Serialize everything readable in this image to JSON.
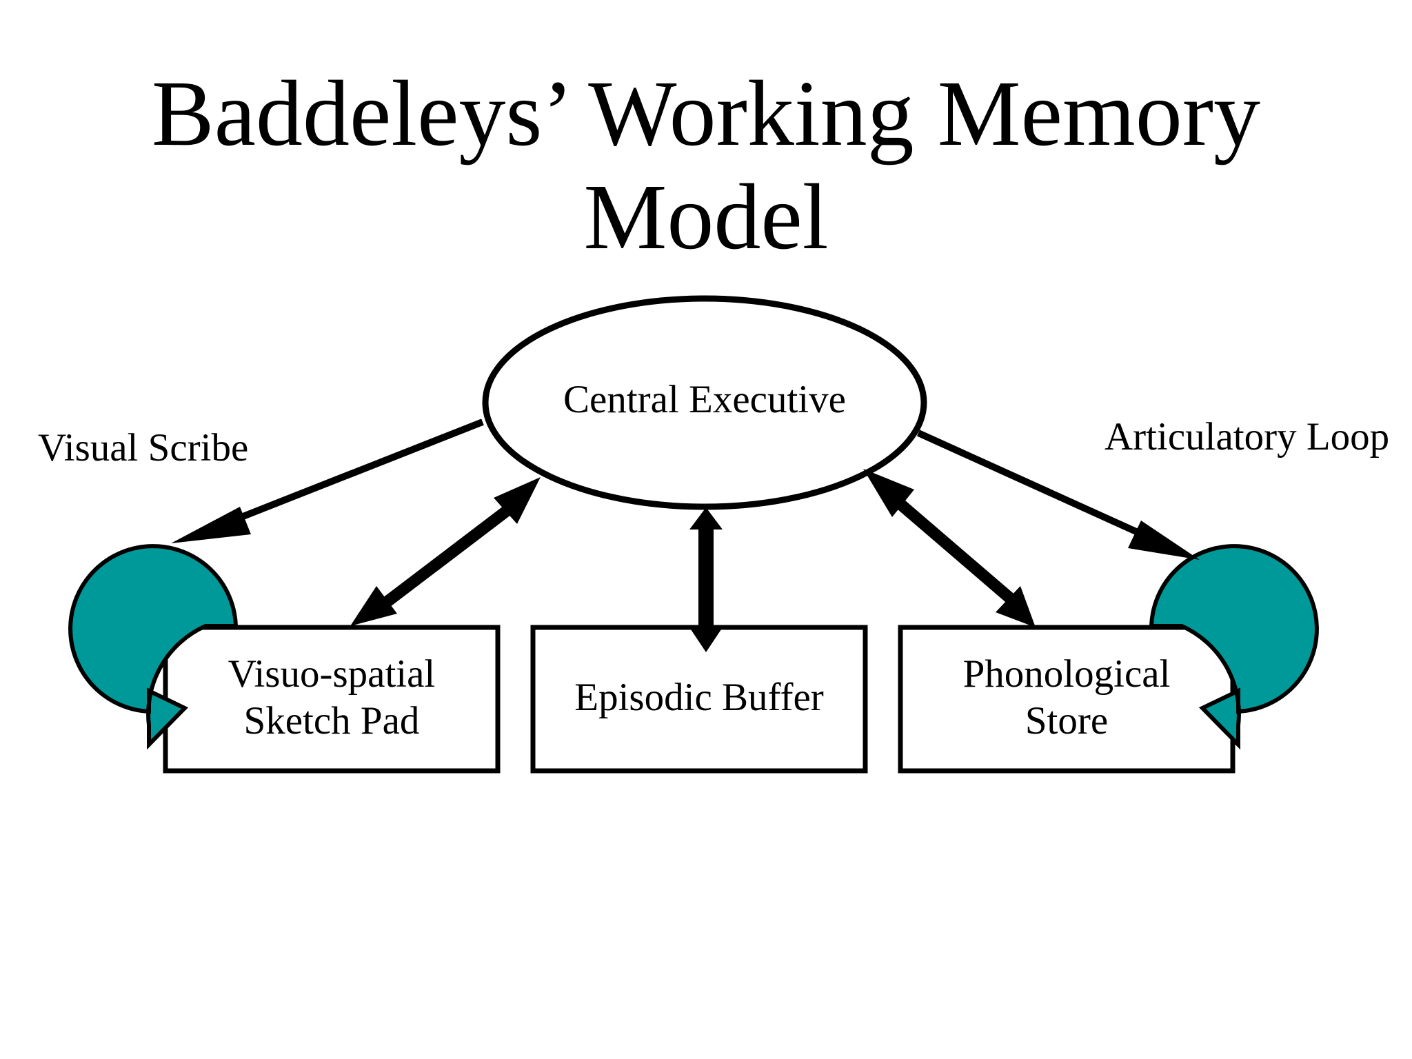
{
  "title": {
    "line1": "Baddeleys’ Working Memory",
    "line2": "Model"
  },
  "nodes": {
    "central_executive": "Central Executive",
    "visuo_spatial": {
      "line1": "Visuo-spatial",
      "line2": "Sketch Pad"
    },
    "episodic_buffer": "Episodic Buffer",
    "phonological": {
      "line1": "Phonological",
      "line2": "Store"
    }
  },
  "loops": {
    "left": "Visual Scribe",
    "right": "Articulatory Loop"
  },
  "colors": {
    "loop_fill": "#009999",
    "stroke": "#000000",
    "background": "#ffffff"
  }
}
